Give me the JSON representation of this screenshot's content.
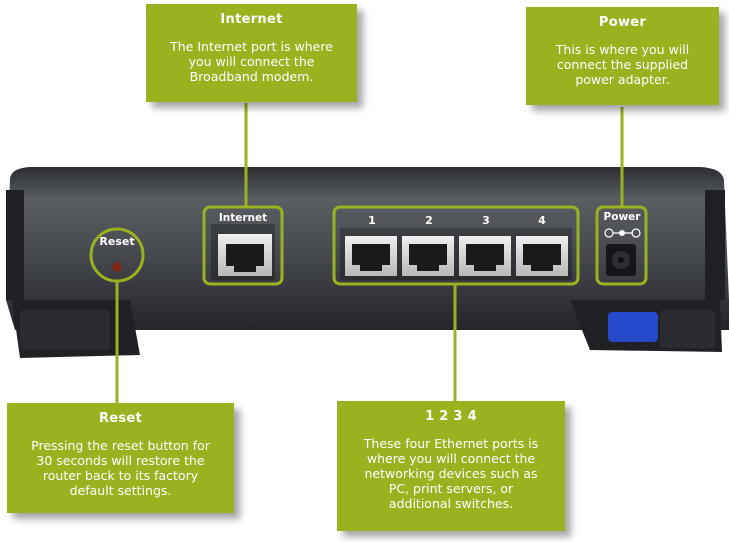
{
  "callouts": {
    "internet": {
      "title": "Internet",
      "text": "The Internet port is where you will connect the Broadband modem."
    },
    "power": {
      "title": "Power",
      "text": "This is where you will connect the supplied power adapter."
    },
    "reset": {
      "title": "Reset",
      "text": "Pressing the reset button for 30 seconds will restore the router back to its factory default settings."
    },
    "ports": {
      "title": "1 2 3 4",
      "text": "These four Ethernet ports is where you will connect the networking devices such as PC, print servers, or additional switches."
    }
  },
  "router_labels": {
    "reset": "Reset",
    "internet": "Internet",
    "power": "Power",
    "port1": "1",
    "port2": "2",
    "port3": "3",
    "port4": "4"
  },
  "colors": {
    "callout_fill": "#99b21f",
    "leader_line": "#99b21f",
    "router_body": "#4a4d52"
  }
}
